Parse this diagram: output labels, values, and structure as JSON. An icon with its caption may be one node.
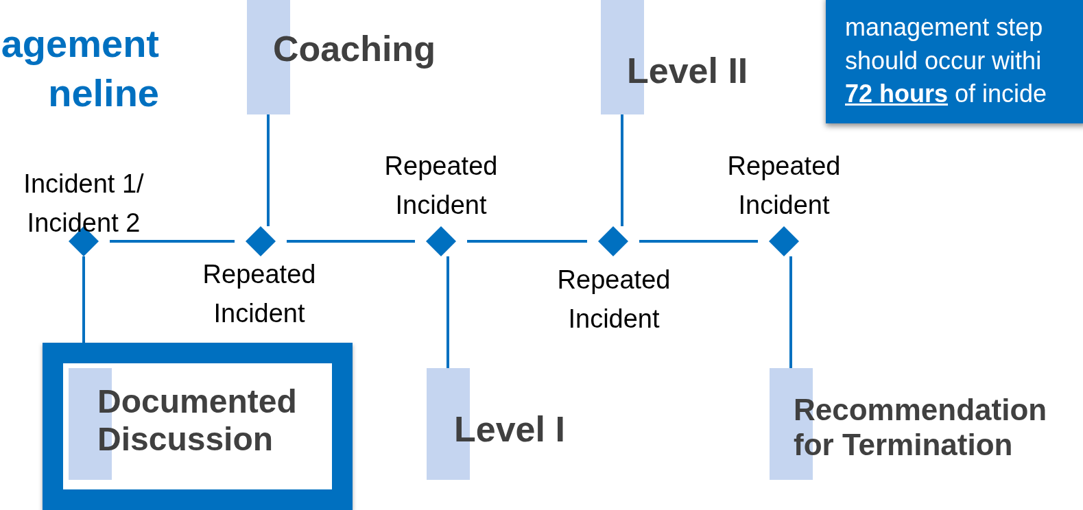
{
  "diagram": {
    "title": "agement neline",
    "nodes": [
      {
        "text": [
          "Coaching"
        ]
      },
      {
        "text": [
          "Level II"
        ]
      },
      {
        "text": [
          "management step should occur withi **72 hours** of incide"
        ]
      },
      {
        "text": [],
        "shape": "diamond",
        "beside": [
          "Incident 1/ Incident 2"
        ]
      },
      {
        "text": [],
        "shape": "diamond",
        "beside": [
          "Repeated Incident"
        ]
      },
      {
        "text": [],
        "shape": "diamond",
        "beside": [
          "Repeated Incident"
        ]
      },
      {
        "text": [],
        "shape": "diamond",
        "beside": [
          "Repeated Incident"
        ]
      },
      {
        "text": [],
        "shape": "diamond",
        "beside": [
          "Repeated Incident"
        ]
      },
      {
        "text": [
          "Documented Discussion"
        ]
      },
      {
        "text": [
          "Level I"
        ]
      },
      {
        "text": [
          "Recommendation for Termination"
        ]
      }
    ],
    "edges": [
      {
        "from": 3,
        "to": 4,
        "arrow": "none"
      },
      {
        "from": 4,
        "to": 5,
        "arrow": "none"
      },
      {
        "from": 5,
        "to": 6,
        "arrow": "none"
      },
      {
        "from": 6,
        "to": 7,
        "arrow": "none"
      },
      {
        "from": 4,
        "to": 0,
        "arrow": "none"
      },
      {
        "from": 6,
        "to": 1,
        "arrow": "none"
      },
      {
        "from": 3,
        "to": 8,
        "arrow": "none"
      },
      {
        "from": 5,
        "to": 9,
        "arrow": "none"
      },
      {
        "from": 7,
        "to": 10,
        "arrow": "none"
      }
    ]
  }
}
